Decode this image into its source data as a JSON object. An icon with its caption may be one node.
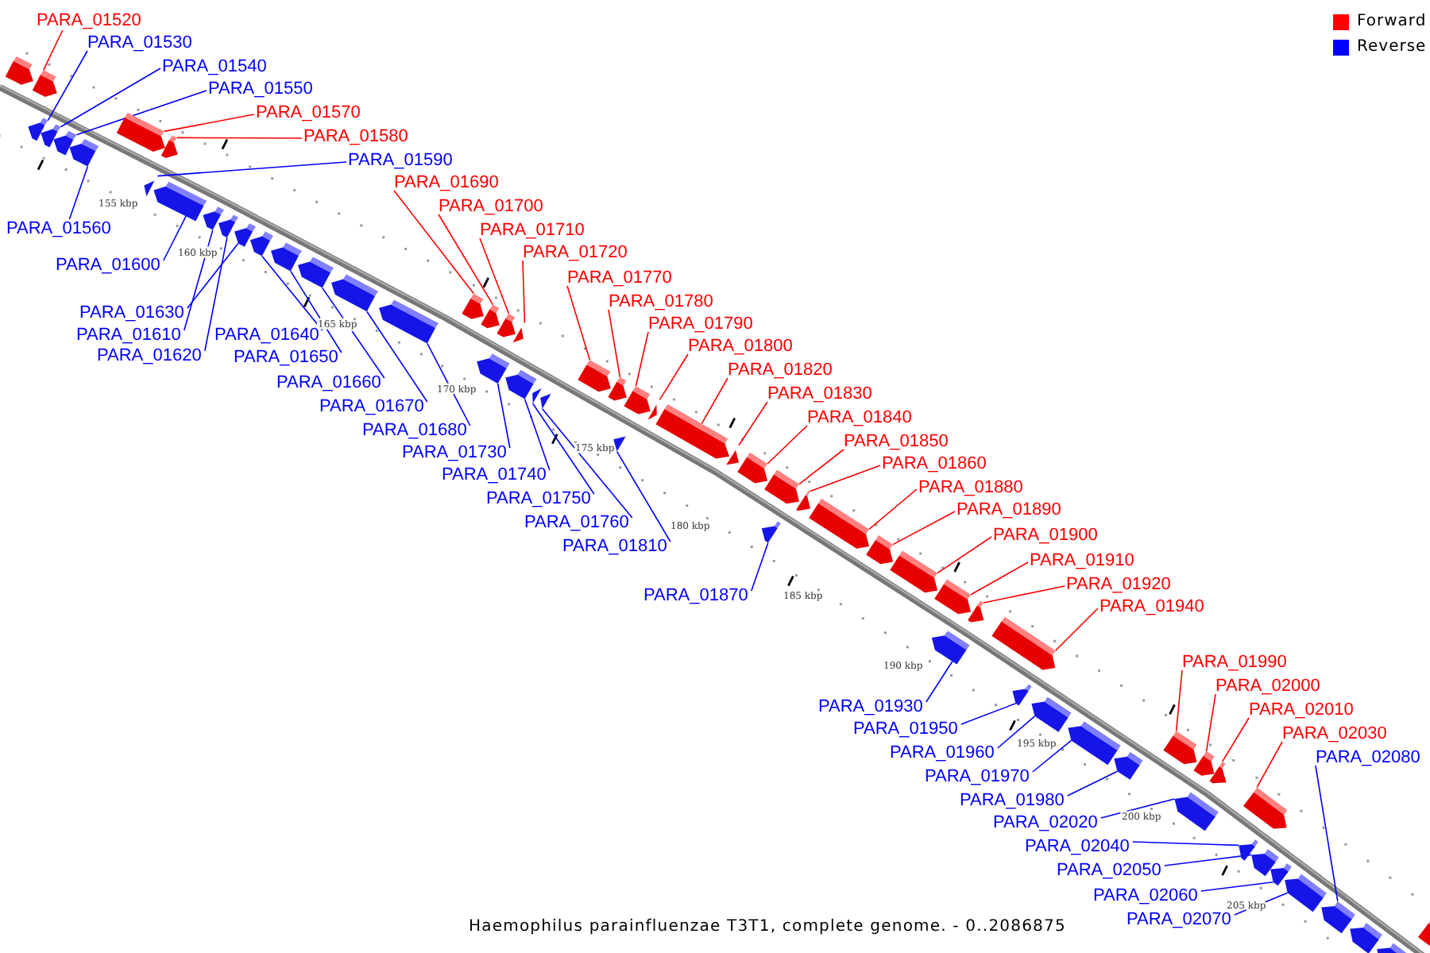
{
  "diagram": {
    "caption": "Haemophilus parainfluenzae T3T1, complete genome. - 0..2086875",
    "nodes": [
      {
        "text": [
          "PARA_01520"
        ]
      },
      {
        "text": [
          "PARA_01530"
        ]
      },
      {
        "text": [
          "PARA_01540"
        ]
      },
      {
        "text": [
          "PARA_01550"
        ]
      },
      {
        "text": [
          "PARA_01570"
        ]
      },
      {
        "text": [
          "PARA_01580"
        ]
      },
      {
        "text": [
          "PARA_01590"
        ]
      },
      {
        "text": [
          "PARA_01690"
        ]
      },
      {
        "text": [
          "PARA_01700"
        ]
      },
      {
        "text": [
          "PARA_01560"
        ]
      },
      {
        "text": [
          "PARA_01710"
        ]
      },
      {
        "text": [
          "PARA_01720"
        ]
      },
      {
        "text": [
          "PARA_01600"
        ]
      },
      {
        "text": [
          "PARA_01770"
        ]
      },
      {
        "text": [
          "PARA_01780"
        ]
      },
      {
        "text": [
          "PARA_01630"
        ]
      },
      {
        "text": [
          "PARA_01790"
        ]
      },
      {
        "text": [
          "PARA_01610"
        ]
      },
      {
        "text": [
          "PARA_01640"
        ]
      },
      {
        "text": [
          "PARA_01800"
        ]
      },
      {
        "text": [
          "PARA_01620"
        ]
      },
      {
        "text": [
          "PARA_01650"
        ]
      },
      {
        "text": [
          "PARA_01820"
        ]
      },
      {
        "text": [
          "PARA_01660"
        ]
      },
      {
        "text": [
          "PARA_01830"
        ]
      },
      {
        "text": [
          "PARA_01670"
        ]
      },
      {
        "text": [
          "PARA_01840"
        ]
      },
      {
        "text": [
          "PARA_01680"
        ]
      },
      {
        "text": [
          "PARA_01850"
        ]
      },
      {
        "text": [
          "PARA_01730"
        ]
      },
      {
        "text": [
          "PARA_01860"
        ]
      },
      {
        "text": [
          "PARA_01740"
        ]
      },
      {
        "text": [
          "PARA_01880"
        ]
      },
      {
        "text": [
          "PARA_01750"
        ]
      },
      {
        "text": [
          "PARA_01890"
        ]
      },
      {
        "text": [
          "PARA_01760"
        ]
      },
      {
        "text": [
          "PARA_01900"
        ]
      },
      {
        "text": [
          "PARA_01810"
        ]
      },
      {
        "text": [
          "PARA_01910"
        ]
      },
      {
        "text": [
          "PARA_01920"
        ]
      },
      {
        "text": [
          "PARA_01870"
        ]
      },
      {
        "text": [
          "PARA_01940"
        ]
      },
      {
        "text": [
          "PARA_01990"
        ]
      },
      {
        "text": [
          "PARA_02000"
        ]
      },
      {
        "text": [
          "PARA_01930"
        ]
      },
      {
        "text": [
          "PARA_02010"
        ]
      },
      {
        "text": [
          "PARA_01950"
        ]
      },
      {
        "text": [
          "PARA_02030"
        ]
      },
      {
        "text": [
          "PARA_01960"
        ]
      },
      {
        "text": [
          "PARA_02080"
        ]
      },
      {
        "text": [
          "PARA_01970"
        ]
      },
      {
        "text": [
          "PARA_01980"
        ]
      },
      {
        "text": [
          "PARA_02020"
        ]
      },
      {
        "text": [
          "PARA_02040"
        ]
      },
      {
        "text": [
          "PARA_02050"
        ]
      },
      {
        "text": [
          "PARA_02060"
        ]
      },
      {
        "text": [
          "PARA_02070"
        ]
      },
      {
        "text": [],
        "shape": "bar"
      },
      {
        "text": [],
        "shape": "bar"
      },
      {
        "text": [],
        "shape": "bar"
      },
      {
        "text": [],
        "shape": "bar"
      },
      {
        "text": [],
        "shape": "bar"
      },
      {
        "text": [],
        "shape": "bar"
      },
      {
        "text": [],
        "shape": "bar"
      },
      {
        "text": [],
        "shape": "bar"
      },
      {
        "text": [],
        "shape": "bar"
      },
      {
        "text": [],
        "shape": "bar"
      },
      {
        "text": [],
        "shape": "bar"
      },
      {
        "text": [],
        "shape": "bar"
      },
      {
        "text": [],
        "shape": "bar"
      },
      {
        "text": [],
        "shape": "bar"
      },
      {
        "text": [],
        "shape": "bar"
      },
      {
        "text": [],
        "shape": "bar"
      },
      {
        "text": [],
        "shape": "bar"
      },
      {
        "text": [],
        "shape": "bar"
      },
      {
        "text": [],
        "shape": "bar"
      },
      {
        "text": [],
        "shape": "bar"
      },
      {
        "text": [],
        "shape": "bar"
      },
      {
        "text": [],
        "shape": "bar"
      },
      {
        "text": [],
        "shape": "bar"
      },
      {
        "text": [],
        "shape": "bar"
      },
      {
        "text": [],
        "shape": "bar"
      },
      {
        "text": [],
        "shape": "bar"
      },
      {
        "text": [],
        "shape": "bar"
      },
      {
        "text": [],
        "shape": "bar"
      },
      {
        "text": [],
        "shape": "bar"
      },
      {
        "text": [],
        "shape": "bar"
      },
      {
        "text": [],
        "shape": "bar"
      },
      {
        "text": [],
        "shape": "bar"
      },
      {
        "text": [],
        "shape": "bar"
      },
      {
        "text": [],
        "shape": "bar"
      },
      {
        "text": [],
        "shape": "bar"
      },
      {
        "text": [],
        "shape": "bar"
      },
      {
        "text": [],
        "shape": "bar"
      },
      {
        "text": [],
        "shape": "bar"
      },
      {
        "text": [],
        "shape": "bar"
      },
      {
        "text": [],
        "shape": "bar"
      },
      {
        "text": [],
        "shape": "bar"
      },
      {
        "text": [],
        "shape": "bar"
      },
      {
        "text": [],
        "shape": "bar"
      },
      {
        "text": [],
        "shape": "bar"
      },
      {
        "text": [],
        "shape": "bar"
      },
      {
        "text": [],
        "shape": "bar"
      },
      {
        "text": [],
        "shape": "bar"
      },
      {
        "text": [],
        "shape": "bar"
      },
      {
        "text": [],
        "shape": "bar"
      },
      {
        "text": [],
        "shape": "bar"
      },
      {
        "text": [],
        "shape": "bar"
      },
      {
        "text": [],
        "shape": "bar"
      },
      {
        "text": [],
        "shape": "bar"
      },
      {
        "text": [],
        "shape": "bar"
      },
      {
        "text": [],
        "shape": "bar"
      },
      {
        "text": [],
        "shape": "bar"
      },
      {
        "text": [],
        "shape": "bar"
      },
      {
        "text": [],
        "shape": "bar"
      },
      {
        "text": [],
        "shape": "bar"
      },
      {
        "text": [],
        "shape": "bar"
      },
      {
        "text": [],
        "shape": "bar"
      }
    ],
    "edges": [
      {
        "from": 0,
        "to": 57,
        "arrow": "none",
        "color": "#ff0000"
      },
      {
        "from": 1,
        "to": 58,
        "arrow": "none"
      },
      {
        "from": 2,
        "to": 59,
        "arrow": "none"
      },
      {
        "from": 3,
        "to": 60,
        "arrow": "none"
      },
      {
        "from": 4,
        "to": 62,
        "arrow": "none",
        "color": "#ff0000"
      },
      {
        "from": 5,
        "to": 64,
        "arrow": "none",
        "color": "#ff0000"
      },
      {
        "from": 6,
        "to": 63,
        "arrow": "none"
      },
      {
        "from": 7,
        "to": 74,
        "arrow": "none",
        "color": "#ff0000"
      },
      {
        "from": 8,
        "to": 75,
        "arrow": "none",
        "color": "#ff0000"
      },
      {
        "from": 9,
        "to": 61,
        "arrow": "none"
      },
      {
        "from": 10,
        "to": 77,
        "arrow": "none",
        "color": "#ff0000"
      },
      {
        "from": 11,
        "to": 78,
        "arrow": "none",
        "color": "#ff0000"
      },
      {
        "from": 12,
        "to": 65,
        "arrow": "none"
      },
      {
        "from": 13,
        "to": 82,
        "arrow": "none",
        "color": "#ff0000"
      },
      {
        "from": 14,
        "to": 83,
        "arrow": "none",
        "color": "#ff0000"
      },
      {
        "from": 15,
        "to": 68,
        "arrow": "none"
      },
      {
        "from": 16,
        "to": 84,
        "arrow": "none",
        "color": "#ff0000"
      },
      {
        "from": 17,
        "to": 66,
        "arrow": "none"
      },
      {
        "from": 18,
        "to": 69,
        "arrow": "none"
      },
      {
        "from": 19,
        "to": 86,
        "arrow": "none",
        "color": "#ff0000"
      },
      {
        "from": 20,
        "to": 67,
        "arrow": "none"
      },
      {
        "from": 21,
        "to": 70,
        "arrow": "none"
      },
      {
        "from": 22,
        "to": 87,
        "arrow": "none",
        "color": "#ff0000"
      },
      {
        "from": 23,
        "to": 71,
        "arrow": "none"
      },
      {
        "from": 24,
        "to": 88,
        "arrow": "none",
        "color": "#ff0000"
      },
      {
        "from": 25,
        "to": 72,
        "arrow": "none"
      },
      {
        "from": 26,
        "to": 89,
        "arrow": "none",
        "color": "#ff0000"
      },
      {
        "from": 27,
        "to": 73,
        "arrow": "none"
      },
      {
        "from": 28,
        "to": 90,
        "arrow": "none",
        "color": "#ff0000"
      },
      {
        "from": 29,
        "to": 76,
        "arrow": "none"
      },
      {
        "from": 30,
        "to": 92,
        "arrow": "none",
        "color": "#ff0000"
      },
      {
        "from": 31,
        "to": 79,
        "arrow": "none"
      },
      {
        "from": 32,
        "to": 93,
        "arrow": "none",
        "color": "#ff0000"
      },
      {
        "from": 33,
        "to": 80,
        "arrow": "none"
      },
      {
        "from": 34,
        "to": 94,
        "arrow": "none",
        "color": "#ff0000"
      },
      {
        "from": 35,
        "to": 81,
        "arrow": "none"
      },
      {
        "from": 36,
        "to": 95,
        "arrow": "none",
        "color": "#ff0000"
      },
      {
        "from": 37,
        "to": 85,
        "arrow": "none"
      },
      {
        "from": 38,
        "to": 96,
        "arrow": "none",
        "color": "#ff0000"
      },
      {
        "from": 39,
        "to": 98,
        "arrow": "none",
        "color": "#ff0000"
      },
      {
        "from": 40,
        "to": 91,
        "arrow": "none"
      },
      {
        "from": 41,
        "to": 99,
        "arrow": "none",
        "color": "#ff0000"
      },
      {
        "from": 42,
        "to": 104,
        "arrow": "none",
        "color": "#ff0000"
      },
      {
        "from": 43,
        "to": 105,
        "arrow": "none",
        "color": "#ff0000"
      },
      {
        "from": 44,
        "to": 97,
        "arrow": "none"
      },
      {
        "from": 45,
        "to": 107,
        "arrow": "none",
        "color": "#ff0000"
      },
      {
        "from": 46,
        "to": 100,
        "arrow": "none"
      },
      {
        "from": 47,
        "to": 108,
        "arrow": "none",
        "color": "#ff0000"
      },
      {
        "from": 48,
        "to": 101,
        "arrow": "none"
      },
      {
        "from": 49,
        "to": 113,
        "arrow": "none"
      },
      {
        "from": 50,
        "to": 102,
        "arrow": "none"
      },
      {
        "from": 51,
        "to": 103,
        "arrow": "none"
      },
      {
        "from": 52,
        "to": 106,
        "arrow": "none"
      },
      {
        "from": 53,
        "to": 109,
        "arrow": "none"
      },
      {
        "from": 54,
        "to": 110,
        "arrow": "none"
      },
      {
        "from": 55,
        "to": 111,
        "arrow": "none"
      },
      {
        "from": 56,
        "to": 112,
        "arrow": "none"
      }
    ],
    "labels": [
      "155 kbp",
      "160 kbp",
      "165 kbp",
      "170 kbp",
      "175 kbp",
      "180 kbp",
      "185 kbp",
      "190 kbp",
      "195 kbp",
      "200 kbp",
      "205 kbp"
    ],
    "legend": [
      {
        "text": "Forward",
        "color": "#ff0000"
      },
      {
        "text": "Reverse",
        "color": "#0000ff"
      }
    ]
  }
}
